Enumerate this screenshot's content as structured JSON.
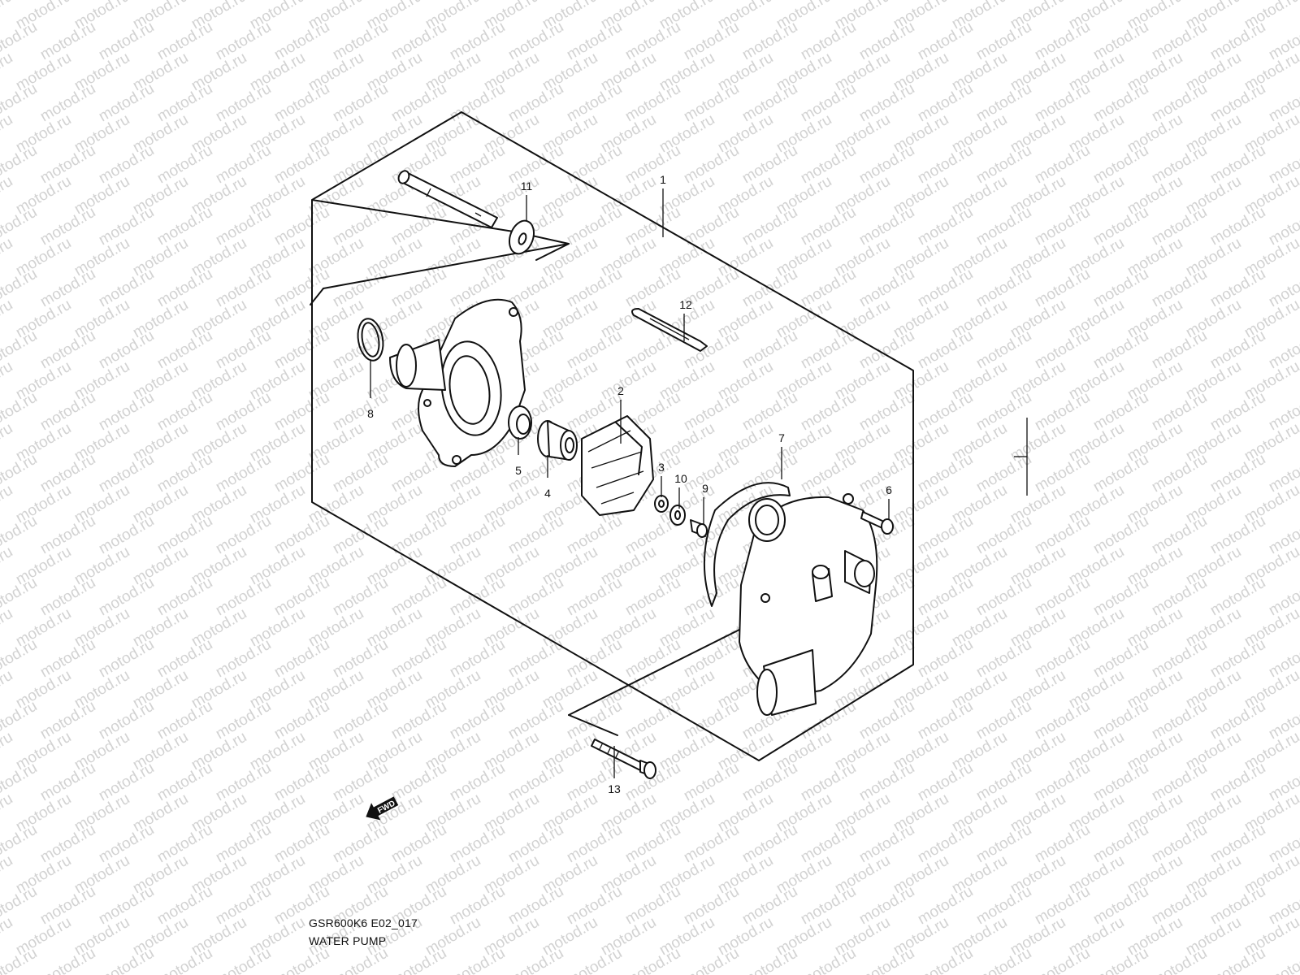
{
  "watermark": {
    "text": "motod.ru",
    "color": "#d2d2d2"
  },
  "callouts": [
    {
      "id": "1",
      "part": "water-pump-assembly"
    },
    {
      "id": "2",
      "part": "impeller"
    },
    {
      "id": "3",
      "part": "washer"
    },
    {
      "id": "4",
      "part": "mechanical-seal"
    },
    {
      "id": "5",
      "part": "oil-seal"
    },
    {
      "id": "6",
      "part": "bolt"
    },
    {
      "id": "7",
      "part": "pump-case-gasket"
    },
    {
      "id": "8",
      "part": "o-ring"
    },
    {
      "id": "9",
      "part": "impeller-bolt"
    },
    {
      "id": "10",
      "part": "washer"
    },
    {
      "id": "11",
      "part": "washer"
    },
    {
      "id": "12",
      "part": "clip"
    },
    {
      "id": "13",
      "part": "flange-bolt"
    }
  ],
  "fwd_marker": {
    "label": "FWD"
  },
  "caption": {
    "code": "GSR600K6 E02_017",
    "title": "WATER PUMP"
  }
}
